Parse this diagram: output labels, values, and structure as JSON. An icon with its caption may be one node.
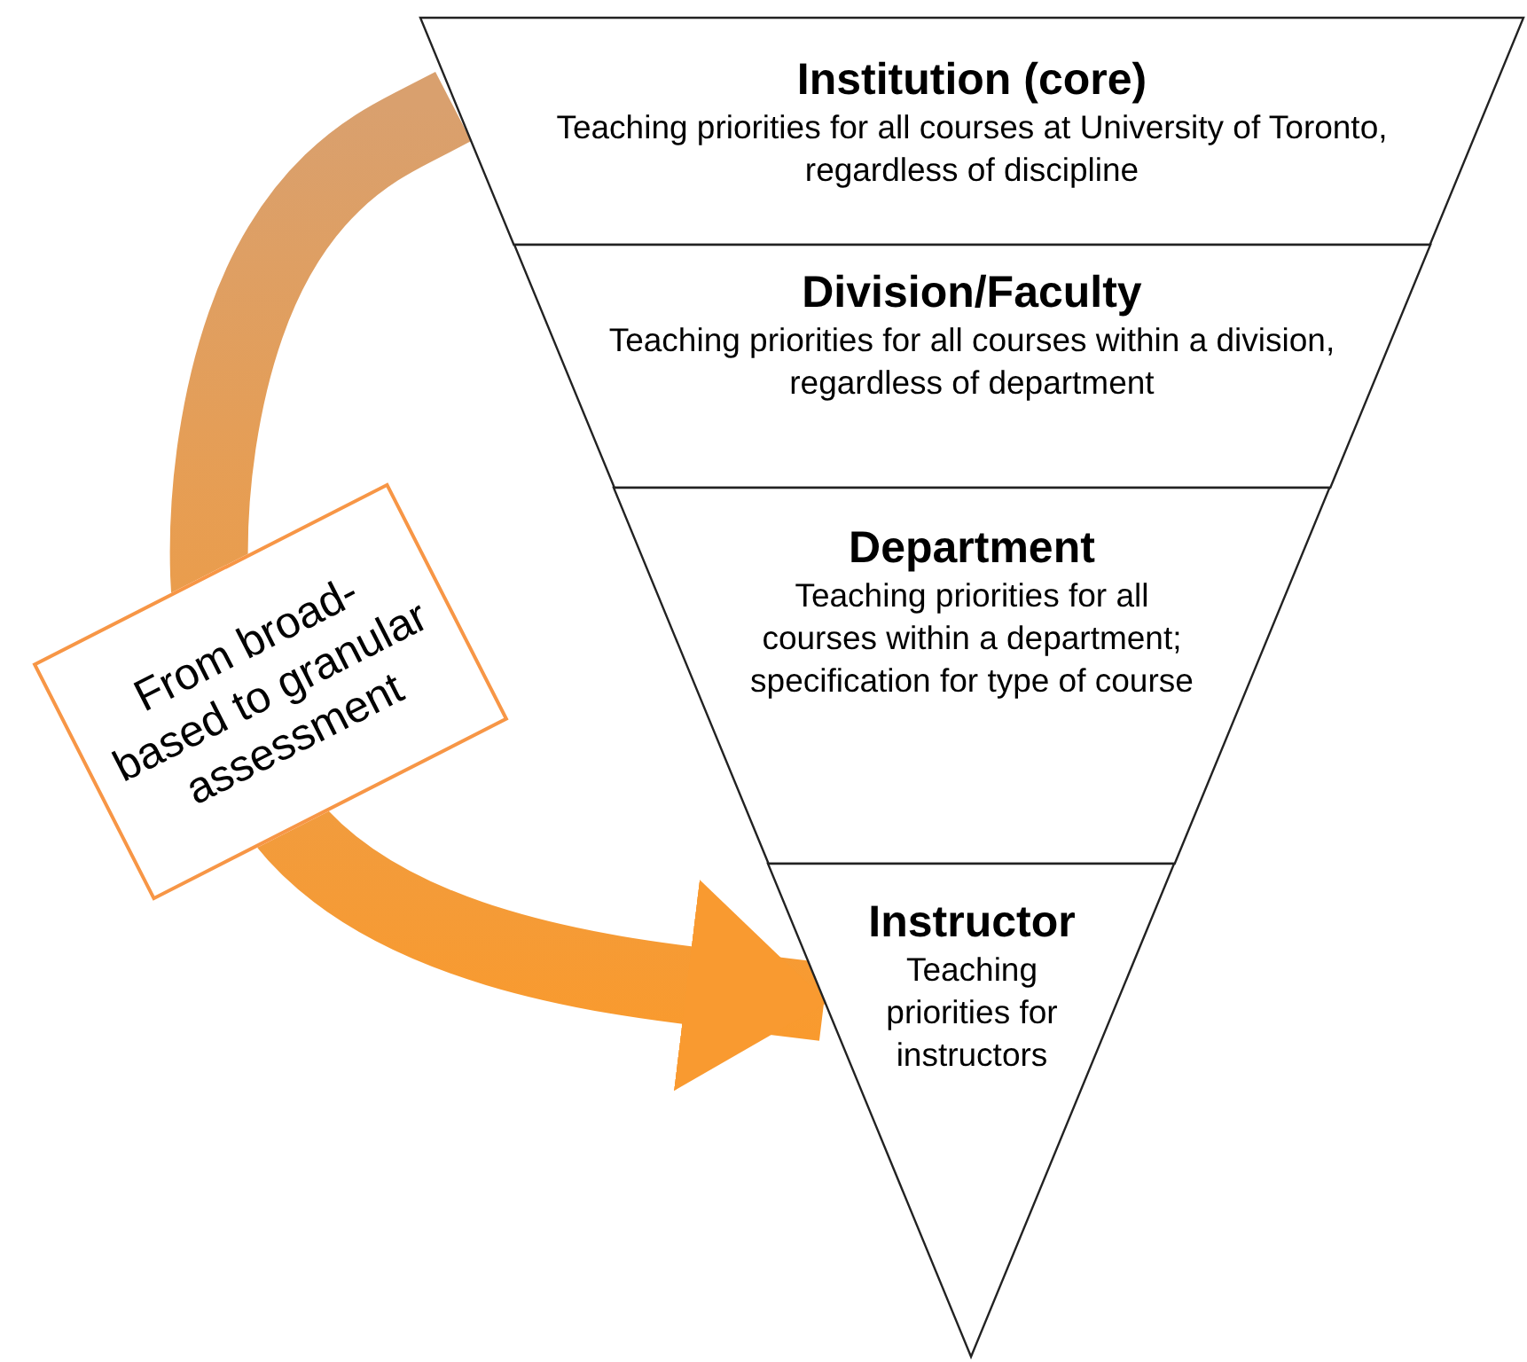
{
  "diagram": {
    "nodes": [
      {
        "text": [
          "Institution (core)",
          "Teaching priorities for all courses at University of Toronto, regardless of discipline"
        ]
      },
      {
        "text": [
          "Division/Faculty",
          "Teaching priorities for all courses within a division, regardless of department"
        ]
      },
      {
        "text": [
          "Department",
          "Teaching priorities for all courses within a department; specification for type of course"
        ]
      },
      {
        "text": [
          "Instructor",
          "Teaching priorities for instructors"
        ]
      }
    ],
    "edges": [
      {
        "from": 0,
        "to": 3,
        "arrow": "to",
        "label": "From broad-based to granular assessment"
      }
    ]
  }
}
